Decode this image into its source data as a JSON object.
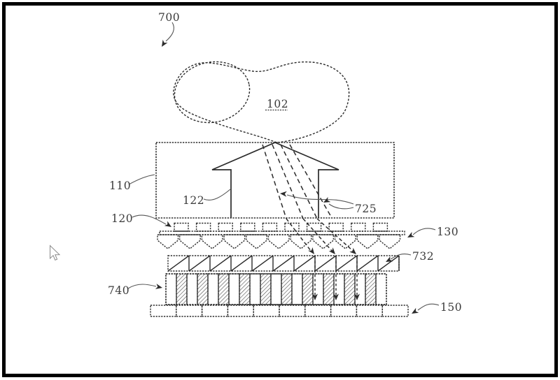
{
  "figure": {
    "reference_labels": {
      "r700": "700",
      "r102": "102",
      "r110": "110",
      "r122": "122",
      "r725": "725",
      "r120": "120",
      "r130": "130",
      "r732": "732",
      "r740": "740",
      "r150": "150"
    },
    "colors": {
      "line": "#2b2b2b",
      "label": "#3b3b3b",
      "leader": "#555555",
      "background": "#ffffff",
      "frame_border": "#000000",
      "hatch": "#4a4a4a",
      "cursor_outline": "#8a8a8a"
    }
  }
}
